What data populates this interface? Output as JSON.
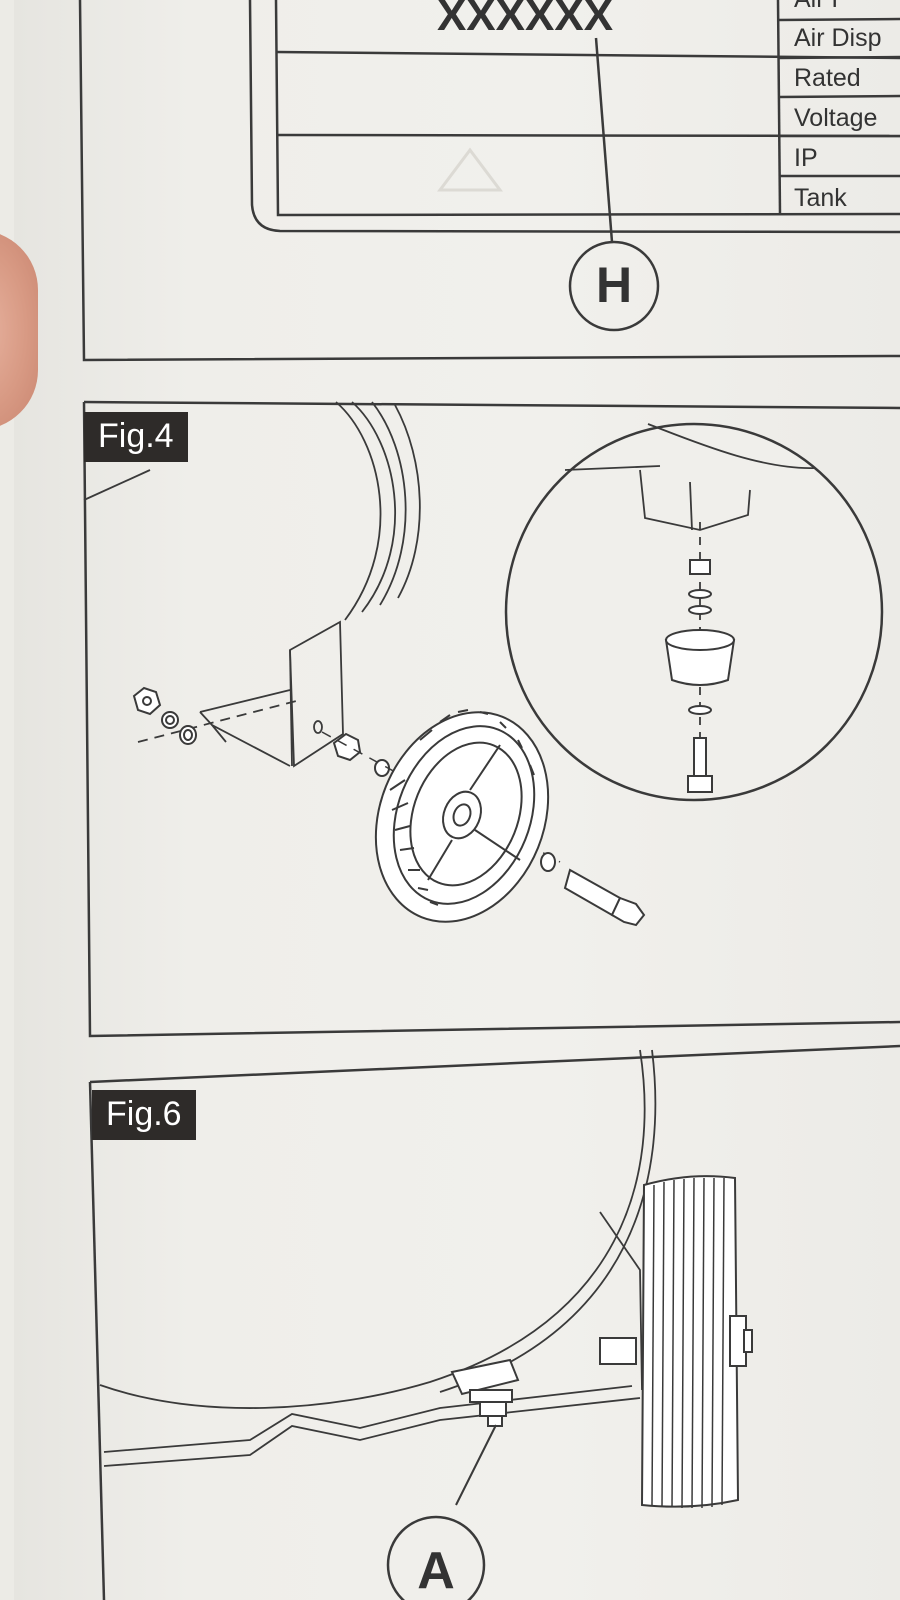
{
  "nameplate": {
    "model_code": "XXXXXX",
    "spec_labels": [
      "Air F",
      "Air Disp",
      "Rated",
      "Voltage",
      "IP",
      "Tank"
    ],
    "callout": "H"
  },
  "fig4": {
    "label": "Fig.4"
  },
  "fig6": {
    "label": "Fig.6",
    "callout": "A"
  },
  "colors": {
    "line": "#3a3a3a",
    "label_bg": "#2e2b29",
    "paper": "#f0efeb"
  }
}
